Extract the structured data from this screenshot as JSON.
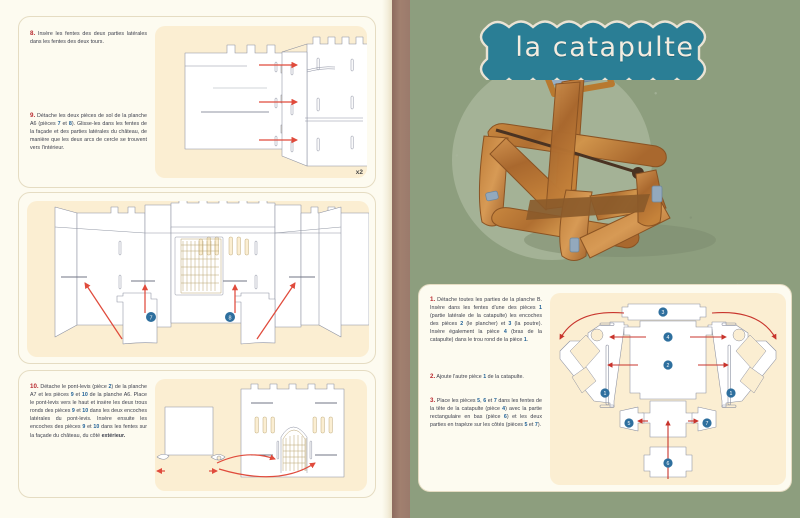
{
  "document": {
    "type": "instruction-booklet-spread",
    "language": "fr"
  },
  "colors": {
    "frame_brown": "#9d7d70",
    "page_cream": "#fdfbf0",
    "panel_cream": "#fbeed2",
    "page_green": "#8d9e7e",
    "banner_teal": "#2a7e95",
    "accent_red": "#b8282e",
    "arrow_red": "#e04b3c",
    "number_blue": "#1d5f96",
    "marker_blue": "#2e6f9e",
    "wood_brown": "#c07d3e",
    "circle_sage": "#a8b59a"
  },
  "left_page": {
    "step8": {
      "number": "8.",
      "text": "Insère les fentes des deux parties latérales dans les fentes des deux tours."
    },
    "step9": {
      "number": "9.",
      "text_parts": [
        {
          "t": "Détache les deux pièces de sol de la planche A6 (pièces "
        },
        {
          "t": "7",
          "style": "num"
        },
        {
          "t": " et "
        },
        {
          "t": "8",
          "style": "num"
        },
        {
          "t": "). Glisse-les dans les fentes de la façade et des parties latérales du château, de manière que les deux arcs de cercle se trouvent vers l'intérieur."
        }
      ]
    },
    "step10": {
      "number": "10.",
      "text_parts": [
        {
          "t": "Détache le pont-levis (pièce "
        },
        {
          "t": "2",
          "style": "num"
        },
        {
          "t": ") de la planche A7 et les pièces "
        },
        {
          "t": "9",
          "style": "num"
        },
        {
          "t": " et "
        },
        {
          "t": "10",
          "style": "num"
        },
        {
          "t": " de la planche A6. Place le pont-levis vers le haut et insère les deux trous ronds des pièces "
        },
        {
          "t": "9",
          "style": "num"
        },
        {
          "t": " et "
        },
        {
          "t": "10",
          "style": "num"
        },
        {
          "t": " dans les deux encoches latérales du pont-levis. Insère ensuite les encoches des pièces "
        },
        {
          "t": "9",
          "style": "num"
        },
        {
          "t": " et "
        },
        {
          "t": "10",
          "style": "num"
        },
        {
          "t": " dans les fentes sur la façade du château, du côté "
        },
        {
          "t": "extérieur.",
          "style": "bold"
        }
      ]
    },
    "repeat_label": "x2",
    "diagram_markers": [
      "7",
      "8"
    ]
  },
  "right_page": {
    "title": "la catapulte",
    "step1": {
      "number": "1.",
      "text_parts": [
        {
          "t": "Détache toutes les parties de la planche B. Insère dans les fentes d'une des pièces "
        },
        {
          "t": "1",
          "style": "num"
        },
        {
          "t": " (partie latérale de la catapulte) les encoches des pièces "
        },
        {
          "t": "2",
          "style": "num"
        },
        {
          "t": " (le plancher) et "
        },
        {
          "t": "3",
          "style": "num"
        },
        {
          "t": " (la poutre). Insère également la pièce "
        },
        {
          "t": "4",
          "style": "num"
        },
        {
          "t": " (bras de la catapulte) dans le trou rond de la pièce "
        },
        {
          "t": "1",
          "style": "num"
        },
        {
          "t": "."
        }
      ]
    },
    "step2": {
      "number": "2.",
      "text_parts": [
        {
          "t": "Ajoute l'autre pièce "
        },
        {
          "t": "1",
          "style": "num"
        },
        {
          "t": " de la catapulte."
        }
      ]
    },
    "step3": {
      "number": "3.",
      "text_parts": [
        {
          "t": "Place les pièces "
        },
        {
          "t": "5",
          "style": "num"
        },
        {
          "t": ", "
        },
        {
          "t": "6",
          "style": "num"
        },
        {
          "t": " et "
        },
        {
          "t": "7",
          "style": "num"
        },
        {
          "t": " dans les fentes de la tête de la catapulte (pièce "
        },
        {
          "t": "4",
          "style": "num"
        },
        {
          "t": ") avec la partie rectangulaire en bas (pièce "
        },
        {
          "t": "6",
          "style": "num"
        },
        {
          "t": ") et les deux parties en trapèze sur les côtés (pièces "
        },
        {
          "t": "5",
          "style": "num"
        },
        {
          "t": " et "
        },
        {
          "t": "7",
          "style": "num"
        },
        {
          "t": ")."
        }
      ]
    },
    "diagram_markers": [
      "3",
      "4",
      "2",
      "1",
      "1",
      "5",
      "7",
      "6"
    ]
  }
}
